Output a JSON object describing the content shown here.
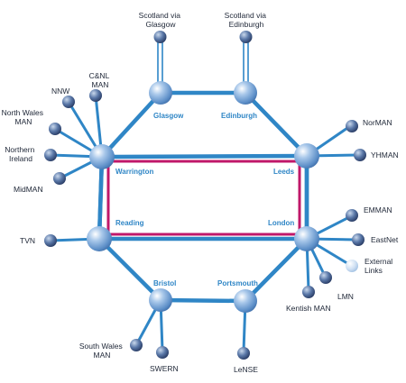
{
  "core_nodes": {
    "glasgow": "Glasgow",
    "edinburgh": "Edinburgh",
    "warrington": "Warrington",
    "leeds": "Leeds",
    "reading": "Reading",
    "london": "London",
    "bristol": "Bristol",
    "portsmouth": "Portsmouth"
  },
  "external_nodes": {
    "scotland_glasgow": [
      "Scotland via",
      "Glasgow"
    ],
    "scotland_edinburgh": [
      "Scotland via",
      "Edinburgh"
    ],
    "cnl_man": [
      "C&NL",
      "MAN"
    ],
    "nnw": "NNW",
    "north_wales_man": [
      "North Wales",
      "MAN"
    ],
    "northern_ireland": [
      "Northern",
      "Ireland"
    ],
    "midman": "MidMAN",
    "tvn": "TVN",
    "norman": "NorMAN",
    "yhman": "YHMAN",
    "emman": "EMMAN",
    "eastnet": "EastNet",
    "external_links": [
      "External",
      "Links"
    ],
    "lmn": "LMN",
    "kentish_man": "Kentish MAN",
    "south_wales_man": [
      "South Wales",
      "MAN"
    ],
    "swern": "SWERN",
    "lense": "LeNSE"
  },
  "colors": {
    "backbone": "#2f86c6",
    "trunk": "#c0186a",
    "sphere": "#6b9fd4",
    "sphere_light": "#b9d6f0",
    "text": "#222a3a",
    "hub_label": "#2f86c6"
  }
}
